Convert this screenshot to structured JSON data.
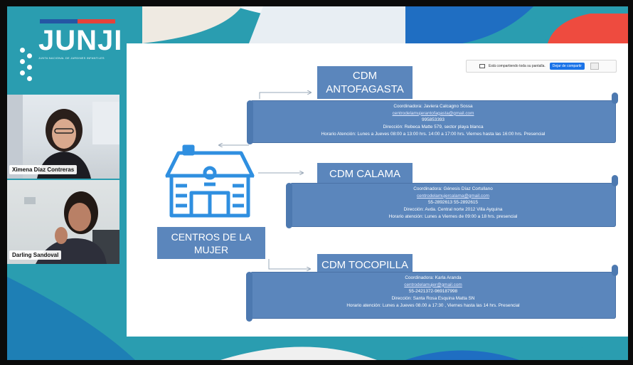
{
  "window": {
    "background_color": "#2a9db0",
    "accent_color": "#5b86bc"
  },
  "logo": {
    "title": "JUNJI",
    "subtitle": "JUNTA NACIONAL DE JARDINES INFANTILES"
  },
  "participants": [
    {
      "name": "Ximena Díaz Contreras"
    },
    {
      "name": "Darling Sandoval"
    }
  ],
  "share_bar": {
    "message": "Está compartiendo toda su pantalla.",
    "stop_button": "Dejar de compartir"
  },
  "slide": {
    "hub_label": "CENTROS DE LA MUJER",
    "centers": [
      {
        "title": "CDM ANTOFAGASTA",
        "lines": [
          "Coordinadora: Javiera Calcagno Sossa",
          "centrodelamujerantofagasta@gmail.com",
          "995853393",
          "Dirección: Rebeca Matte 579, sector playa blanca",
          "Horario Atención: Lunes a Jueves 08:00 a 13:00 hrs. 14:00 a 17:00 hrs. Viernes hasta las 16:00 hrs. Presencial"
        ]
      },
      {
        "title": "CDM CALAMA",
        "lines": [
          "Coordinadora: Génesis Díaz Cortullano",
          "centrodelamujercalama@gmail.com",
          "55-2892613 55-2892615",
          "Dirección: Avda. Central norte 2012 Villa Ayquina",
          "Horario atención: Lunes a Viernes de 09:00 a 18 hrs. presencial"
        ]
      },
      {
        "title": "CDM TOCOPILLA",
        "lines": [
          "Coordinadora: Karla Aranda",
          "centrodelamujer@gmail.com",
          "55-2421372-969187998",
          "Dirección: Santa Rosa Esquina Matta SN",
          "Horario atención: Lunes a Jueves 08.00 a 17:30 , Viernes hasta las 14 hrs. Presencial"
        ]
      }
    ]
  }
}
